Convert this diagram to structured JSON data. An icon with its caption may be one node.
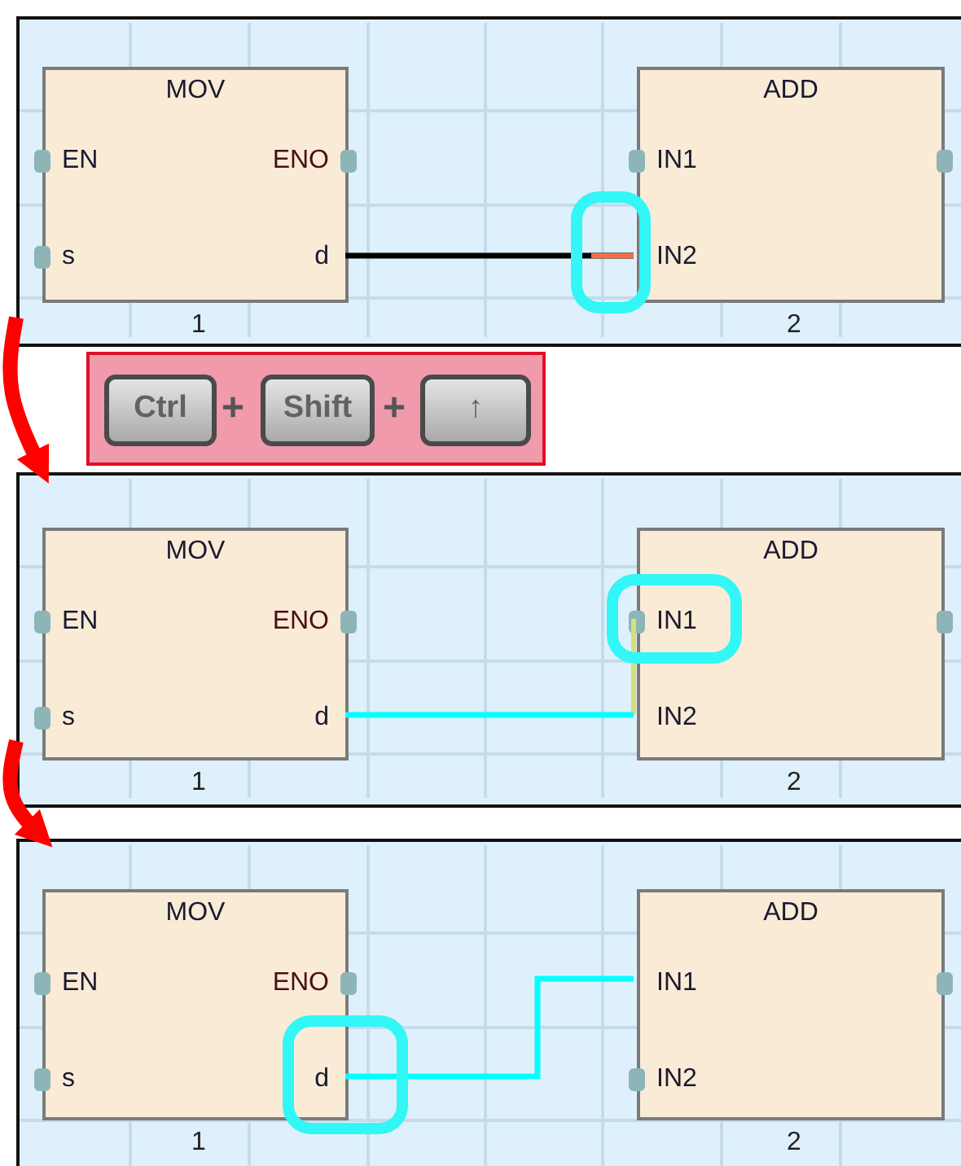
{
  "diagram": {
    "nodes": [
      {
        "text": [],
        "shape": "box"
      },
      {
        "text": [
          "MOV",
          "EN",
          "ENO",
          "s",
          "d"
        ],
        "in": 0,
        "beside": [
          "1"
        ]
      },
      {
        "text": [
          "ADD",
          "IN1",
          "IN2"
        ],
        "in": 0,
        "beside": [
          "2"
        ]
      },
      {
        "text": [],
        "shape": "box"
      },
      {
        "text": [
          "Ctrl"
        ],
        "in": 3
      },
      {
        "text": [
          "Shift"
        ],
        "in": 3
      },
      {
        "text": [
          "↑"
        ],
        "in": 3
      },
      {
        "text": [],
        "shape": "box"
      },
      {
        "text": [
          "MOV",
          "EN",
          "ENO",
          "s",
          "d"
        ],
        "in": 7,
        "beside": [
          "1"
        ]
      },
      {
        "text": [
          "ADD",
          "IN1",
          "IN2"
        ],
        "in": 7,
        "beside": [
          "2"
        ]
      },
      {
        "text": [],
        "shape": "box"
      },
      {
        "text": [
          "MOV",
          "EN",
          "ENO",
          "s",
          "d"
        ],
        "in": 10,
        "beside": [
          "1"
        ]
      },
      {
        "text": [
          "ADD",
          "IN1",
          "IN2"
        ],
        "in": 10,
        "beside": [
          "2"
        ]
      }
    ],
    "edges": [
      {
        "from": 1,
        "to": 2,
        "arrow": "none",
        "color": "#000000"
      },
      {
        "from": 8,
        "to": 9,
        "arrow": "none"
      },
      {
        "from": 11,
        "to": 12,
        "arrow": "none"
      },
      {
        "from": 0,
        "to": 7,
        "arrow": "to",
        "style": "thick",
        "color": "#ff0000"
      },
      {
        "from": 7,
        "to": 10,
        "arrow": "to",
        "style": "thick",
        "color": "#ff0000"
      }
    ],
    "labels": [
      "+",
      "+"
    ]
  }
}
